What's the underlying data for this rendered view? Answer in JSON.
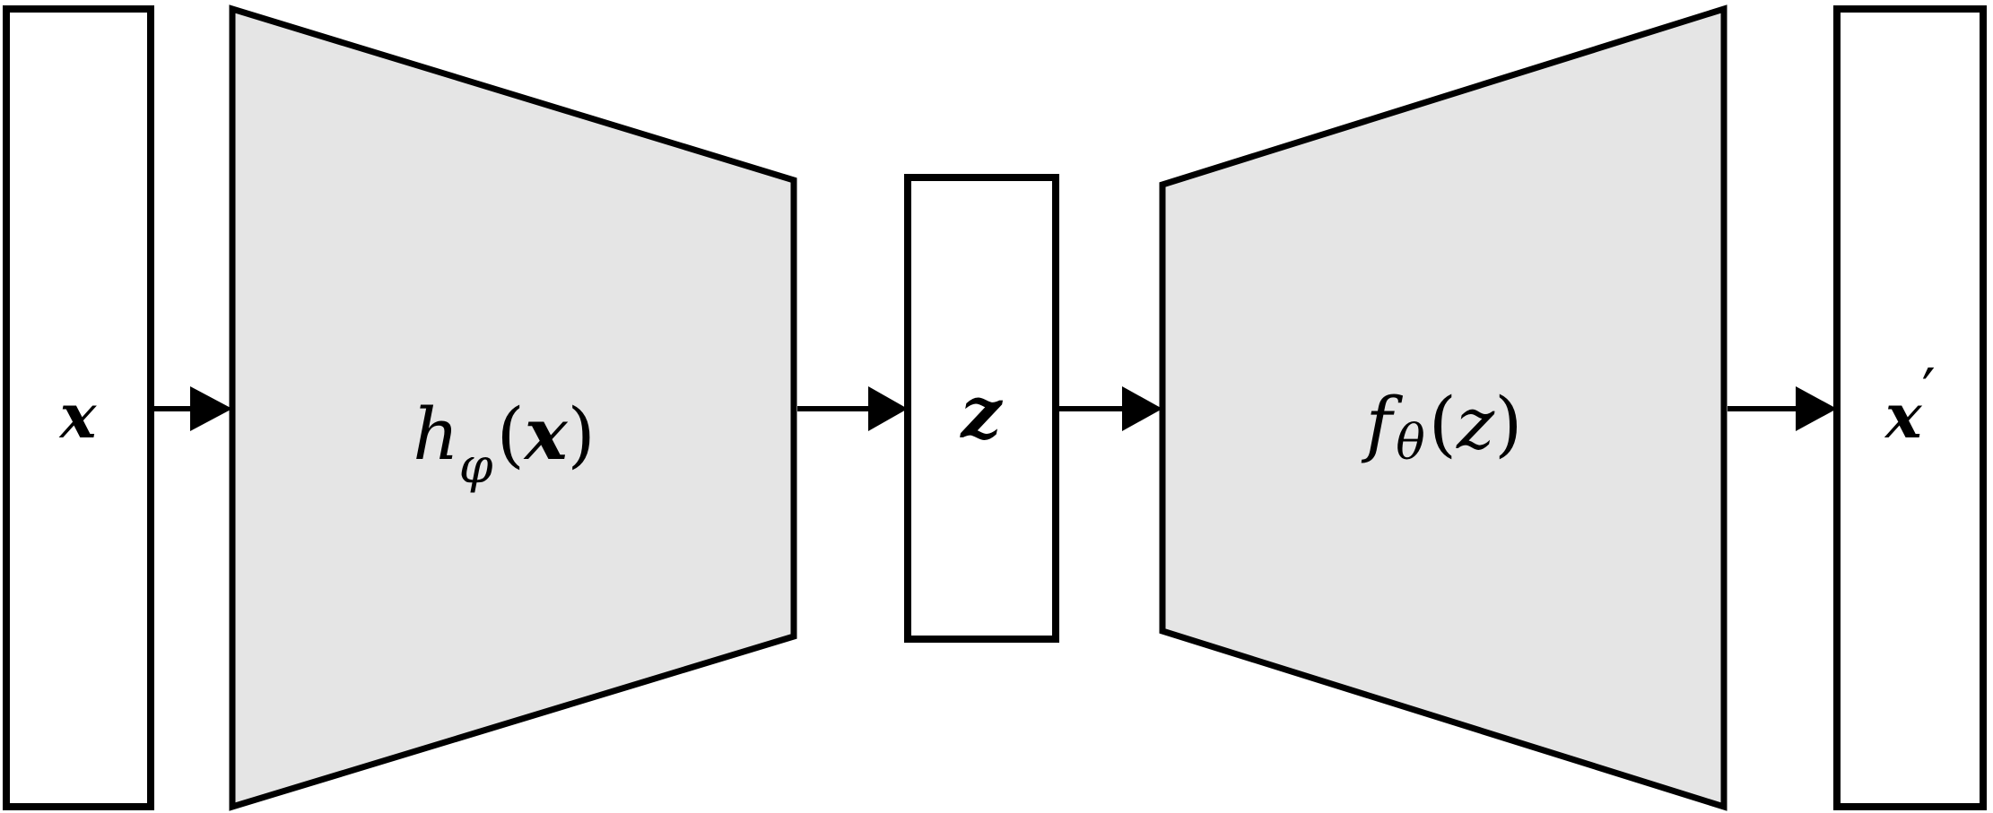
{
  "diagram": {
    "input_label": "x",
    "encoder": {
      "func": "h",
      "subscript": "φ",
      "open_paren": "(",
      "arg": "x",
      "close_paren": ")"
    },
    "latent_label": "z",
    "decoder": {
      "func": "f",
      "subscript": "θ",
      "open_paren": "(",
      "arg": "z",
      "close_paren": ")"
    },
    "output_label": "x",
    "output_prime": "′"
  },
  "colors": {
    "stroke": "#000000",
    "trapezoid_fill": "#e5e5e5",
    "box_fill": "#ffffff"
  }
}
